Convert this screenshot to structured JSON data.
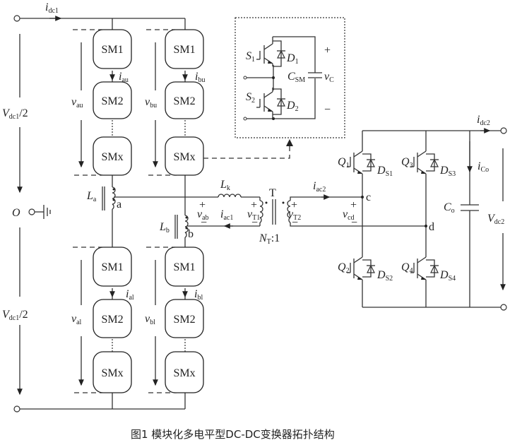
{
  "caption": "图1   模块化多电平型DC-DC变换器拓扑结构",
  "submodules": {
    "upper_a": [
      "SM1",
      "SM2",
      "SMx"
    ],
    "upper_b": [
      "SM1",
      "SM2",
      "SMx"
    ],
    "lower_a": [
      "SM1",
      "SM2",
      "SMx"
    ],
    "lower_b": [
      "SM1",
      "SM2",
      "SMx"
    ]
  },
  "labels": {
    "idc1": {
      "main": "i",
      "sub": "dc1"
    },
    "vdc1_top": {
      "main": "V",
      "sub": "dc1",
      "tail": "/2"
    },
    "vdc1_bot": {
      "main": "V",
      "sub": "dc1",
      "tail": "/2"
    },
    "O": "O",
    "iau": {
      "main": "i",
      "sub": "au"
    },
    "ibu": {
      "main": "i",
      "sub": "bu"
    },
    "ial": {
      "main": "i",
      "sub": "al"
    },
    "ibl": {
      "main": "i",
      "sub": "bl"
    },
    "vau": {
      "main": "v",
      "sub": "au"
    },
    "vbu": {
      "main": "v",
      "sub": "bu"
    },
    "val": {
      "main": "v",
      "sub": "al"
    },
    "vbl": {
      "main": "v",
      "sub": "bl"
    },
    "La": {
      "main": "L",
      "sub": "a"
    },
    "Lb": {
      "main": "L",
      "sub": "b"
    },
    "Lk": {
      "main": "L",
      "sub": "k"
    },
    "node_a": "a",
    "node_b": "b",
    "node_c": "c",
    "node_d": "d",
    "T": "T",
    "NT": {
      "main": "N",
      "sub": "T",
      "tail": ":1"
    },
    "vab": {
      "main": "v",
      "sub": "ab"
    },
    "iac1": {
      "main": "i",
      "sub": "ac1"
    },
    "iac2": {
      "main": "i",
      "sub": "ac2"
    },
    "vT1": {
      "main": "v",
      "sub": "T1"
    },
    "vT2": {
      "main": "v",
      "sub": "T2"
    },
    "vcd": {
      "main": "v",
      "sub": "cd"
    },
    "plus": "+",
    "minus": "−",
    "idc2": {
      "main": "i",
      "sub": "dc2"
    },
    "iCo": {
      "main": "i",
      "sub": "Co"
    },
    "Co": {
      "main": "C",
      "sub": "o"
    },
    "Vdc2": {
      "main": "V",
      "sub": "dc2"
    },
    "Q1": {
      "main": "Q",
      "sub": "1"
    },
    "Q2": {
      "main": "Q",
      "sub": "2"
    },
    "Q3": {
      "main": "Q",
      "sub": "3"
    },
    "Q4": {
      "main": "Q",
      "sub": "4"
    },
    "DS1": {
      "main": "D",
      "sub": "S1"
    },
    "DS2": {
      "main": "D",
      "sub": "S2"
    },
    "DS3": {
      "main": "D",
      "sub": "S3"
    },
    "DS4": {
      "main": "D",
      "sub": "S4"
    }
  },
  "inset": {
    "S1": {
      "main": "S",
      "sub": "1"
    },
    "S2": {
      "main": "S",
      "sub": "2"
    },
    "D1": {
      "main": "D",
      "sub": "1"
    },
    "D2": {
      "main": "D",
      "sub": "2"
    },
    "CSM": {
      "main": "C",
      "sub": "SM"
    },
    "vC": {
      "main": "v",
      "sub": "C"
    },
    "plus": "+",
    "minus": "−"
  }
}
